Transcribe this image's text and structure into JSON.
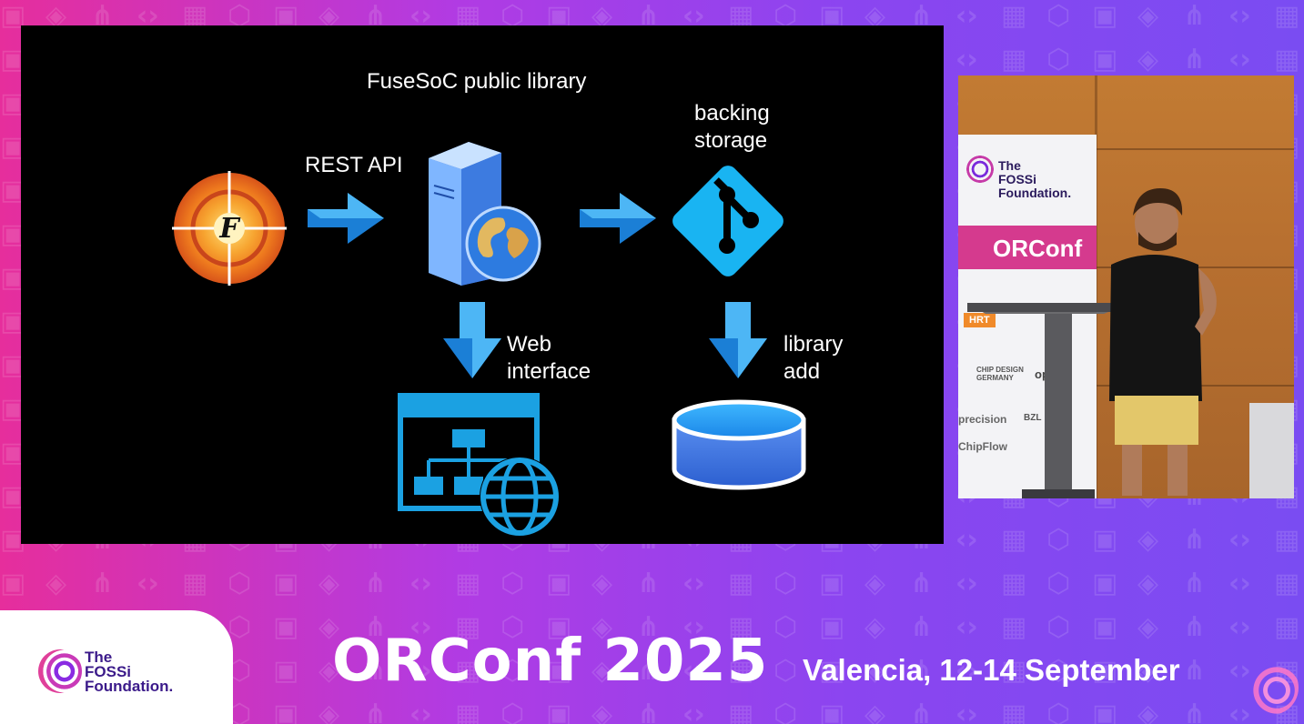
{
  "slide": {
    "title": "FuseSoC public library",
    "rest_api_label": "REST API",
    "backing_storage_label": [
      "backing",
      "storage"
    ],
    "web_interface_label": [
      "Web",
      "interface"
    ],
    "library_add_label": [
      "library",
      "add"
    ],
    "fusesoc_logo_letter": "F"
  },
  "camera": {
    "rollup_brand": [
      "The",
      "FOSSi",
      "Foundation."
    ],
    "rollup_event": "ORConf",
    "sponsors": [
      "HRT",
      "CHIP DESIGN GERMANY",
      "ope",
      "precision",
      "BZL",
      "ChipFlow"
    ]
  },
  "banner": {
    "foundation_name": [
      "The",
      "FOSSi",
      "Foundation."
    ],
    "event_title": "ORConf 2025",
    "event_location_dates": "Valencia, 12-14 September"
  },
  "colors": {
    "gradient_left": "#e62e9c",
    "gradient_right": "#7a4cf2",
    "slide_background": "#000000",
    "icon_blue": "#1ba1e2",
    "git_blue": "#1ab5f5"
  },
  "icons": [
    "fusesoc-logo-icon",
    "arrow-right-icon",
    "server-globe-icon",
    "git-icon",
    "arrow-down-icon",
    "web-sitemap-icon",
    "database-icon",
    "fossi-logo-icon"
  ]
}
